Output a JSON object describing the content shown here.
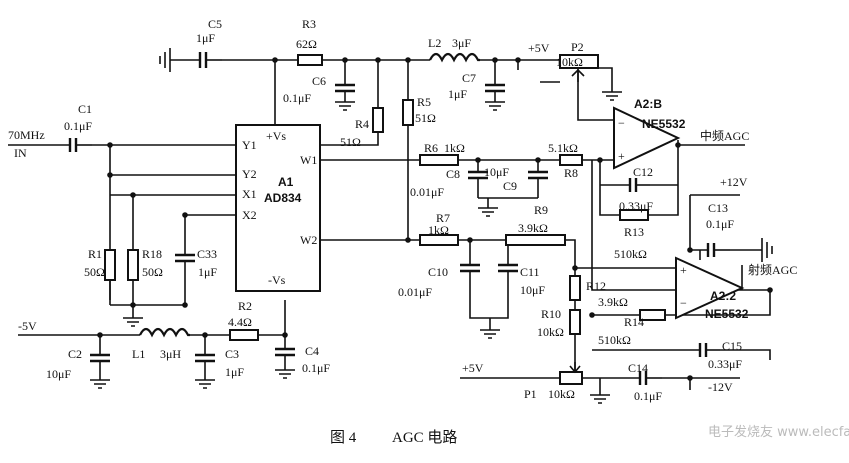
{
  "caption": {
    "figure": "图 4",
    "title": "AGC 电路"
  },
  "watermark": "电子发烧友 www.elecfans.com",
  "ic": {
    "a1": {
      "ref": "A1",
      "part": "AD834",
      "pins": {
        "y1": "Y1",
        "y2": "Y2",
        "x1": "X1",
        "x2": "X2",
        "w1": "W1",
        "w2": "W2",
        "vs_pos": "+Vs",
        "vs_neg": "-Vs"
      }
    },
    "a2b": {
      "ref": "A2:B",
      "part": "NE5532"
    },
    "a22": {
      "ref": "A2:2",
      "part": "NE5532"
    }
  },
  "nets": {
    "input": "70MHz",
    "input2": "IN",
    "if_out": "中频AGC",
    "rf_out": "射频AGC",
    "vcc_top": "+5V",
    "vee_left": "-5V",
    "vcc_p1": "+5V",
    "vcc_op": "+12V",
    "vee_op": "-12V"
  },
  "components": {
    "c1": {
      "ref": "C1",
      "value": "0.1μF"
    },
    "c2": {
      "ref": "C2",
      "value": "10μF"
    },
    "c3": {
      "ref": "C3",
      "value": "1μF"
    },
    "c4": {
      "ref": "C4",
      "value": "0.1μF"
    },
    "c5": {
      "ref": "C5",
      "value": "1μF"
    },
    "c6": {
      "ref": "C6",
      "value": "0.1μF"
    },
    "c7": {
      "ref": "C7",
      "value": "1μF"
    },
    "c8": {
      "ref": "C8",
      "value": "0.01μF"
    },
    "c9": {
      "ref": "C9",
      "value": "10μF"
    },
    "c10": {
      "ref": "C10",
      "value": "0.01μF"
    },
    "c11": {
      "ref": "C11",
      "value": "10μF"
    },
    "c12": {
      "ref": "C12",
      "value": "0.33μF"
    },
    "c13": {
      "ref": "C13",
      "value": "0.1μF"
    },
    "c14": {
      "ref": "C14",
      "value": "0.1μF"
    },
    "c15": {
      "ref": "C15",
      "value": "0.33μF"
    },
    "c33": {
      "ref": "C33",
      "value": "1μF"
    },
    "r1": {
      "ref": "R1",
      "value": "50Ω"
    },
    "r2": {
      "ref": "R2",
      "value": "4.4Ω"
    },
    "r3": {
      "ref": "R3",
      "value": "62Ω"
    },
    "r4": {
      "ref": "R4",
      "value": "51Ω"
    },
    "r5": {
      "ref": "R5",
      "value": "51Ω"
    },
    "r6": {
      "ref": "R6",
      "value": "1kΩ"
    },
    "r7": {
      "ref": "R7",
      "value": "1kΩ"
    },
    "r8": {
      "ref": "R8",
      "value": "5.1kΩ"
    },
    "r9": {
      "ref": "R9",
      "value": "3.9kΩ"
    },
    "r10": {
      "ref": "R10",
      "value": "10kΩ"
    },
    "r12": {
      "ref": "R12",
      "value": "3.9kΩ"
    },
    "r13": {
      "ref": "R13",
      "value": "510kΩ"
    },
    "r14": {
      "ref": "R14",
      "value": "510kΩ"
    },
    "r18": {
      "ref": "R18",
      "value": "50Ω"
    },
    "l1": {
      "ref": "L1",
      "value": "3μH"
    },
    "l2": {
      "ref": "L2",
      "value": "3μF"
    },
    "p1": {
      "ref": "P1",
      "value": "10kΩ"
    },
    "p2": {
      "ref": "P2",
      "value": "10kΩ"
    }
  }
}
